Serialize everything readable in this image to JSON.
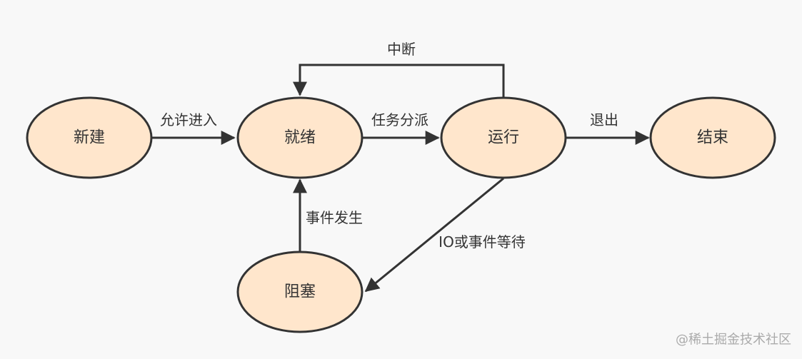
{
  "colors": {
    "background": "#f8f8f8",
    "node_fill": "#ffe6cc",
    "node_stroke": "#333333",
    "edge": "#333333",
    "text": "#333333",
    "watermark": "#aaaaaa"
  },
  "states": {
    "new": "新建",
    "ready": "就绪",
    "running": "运行",
    "terminated": "结束",
    "blocked": "阻塞"
  },
  "transitions": {
    "admit": "允许进入",
    "dispatch": "任务分派",
    "interrupt": "中断",
    "exit": "退出",
    "event_occurs": "事件发生",
    "io_wait": "IO或事件等待"
  },
  "watermark": "@稀土掘金技术社区"
}
